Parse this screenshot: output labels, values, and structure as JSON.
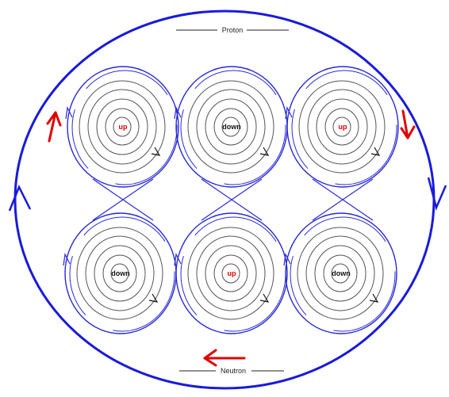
{
  "labels": {
    "top": "Proton",
    "bottom": "Neutron"
  },
  "cells": [
    {
      "quark": "up"
    },
    {
      "quark": "down"
    },
    {
      "quark": "up"
    },
    {
      "quark": "down"
    },
    {
      "quark": "up"
    },
    {
      "quark": "down"
    }
  ],
  "colors": {
    "outer_ring": "#1a1adb",
    "vortex_outer": "#2a2ad6",
    "spiral": "#555555",
    "up_text": "#e00000",
    "down_text": "#111111",
    "direction_arrows": "#e00000"
  },
  "icons": {
    "direction_arrow": "arrow-icon"
  }
}
